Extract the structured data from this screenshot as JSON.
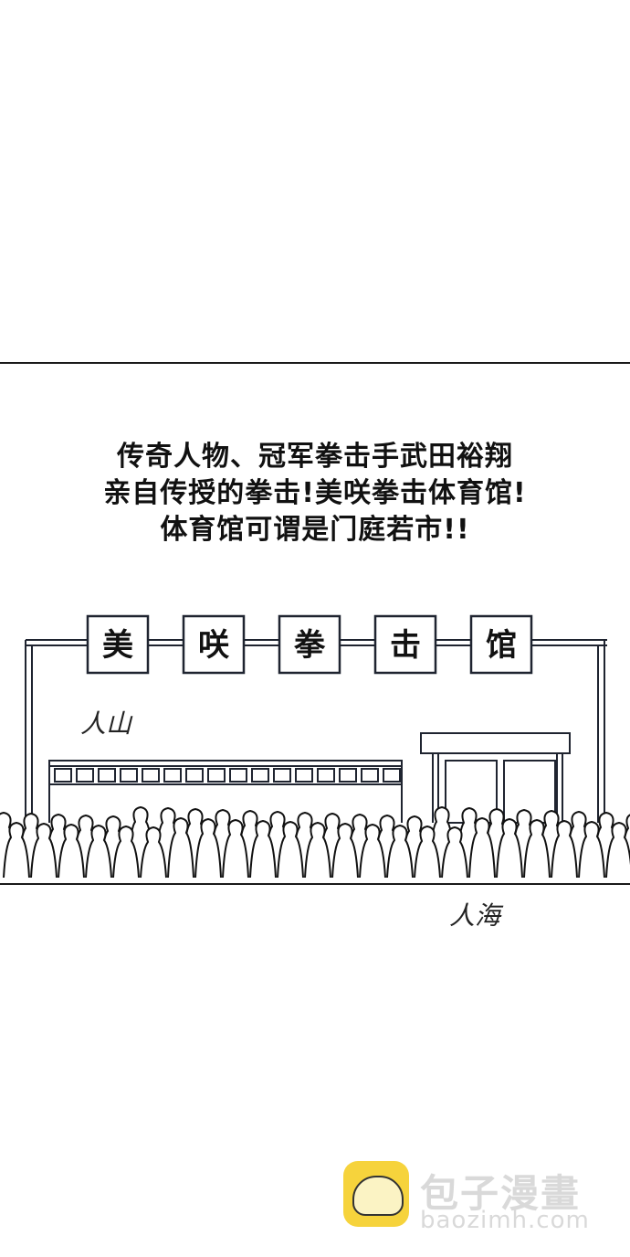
{
  "caption": {
    "line1": "传奇人物、冠军拳击手武田裕翔",
    "line2": "亲自传授的拳击!美咲拳击体育馆!",
    "line3": "体育馆可谓是门庭若市!!"
  },
  "sign": [
    "美",
    "咲",
    "拳",
    "击",
    "馆"
  ],
  "notes": {
    "mountain": "人山",
    "sea": "人海"
  },
  "watermark": {
    "title": "包子漫畫",
    "url": "baozimh.com"
  }
}
